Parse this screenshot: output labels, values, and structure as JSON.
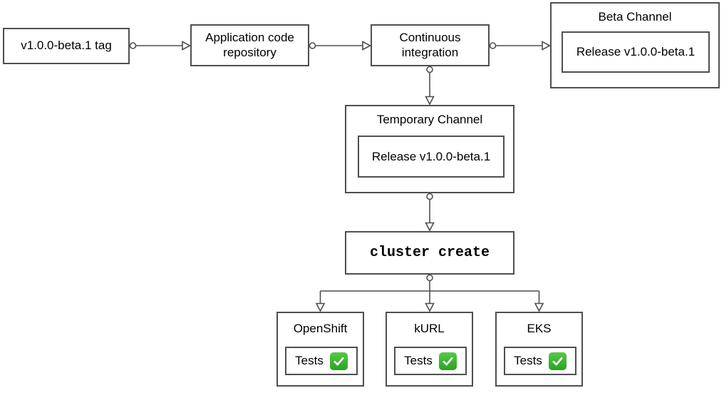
{
  "diagram_name": "Release pipeline flowchart",
  "colors": {
    "background": "#ffffff",
    "stroke": "#4f4f4f",
    "text": "#000000",
    "check_green_top": "#56c947",
    "check_green_bottom": "#2aa325",
    "check_mark": "#ffffff"
  },
  "nodes": {
    "tag": {
      "label": "v1.0.0-beta.1 tag"
    },
    "repo": {
      "label": "Application code repository"
    },
    "ci": {
      "label": "Continuous integration"
    },
    "beta_channel": {
      "title": "Beta Channel",
      "release_label": "Release v1.0.0-beta.1"
    },
    "temporary_channel": {
      "title": "Temporary Channel",
      "release_label": "Release v1.0.0-beta.1"
    },
    "cluster_create": {
      "label": "cluster create"
    }
  },
  "platforms": [
    {
      "title": "OpenShift",
      "tests_label": "Tests",
      "status_icon": "check-passed-icon"
    },
    {
      "title": "kURL",
      "tests_label": "Tests",
      "status_icon": "check-passed-icon"
    },
    {
      "title": "EKS",
      "tests_label": "Tests",
      "status_icon": "check-passed-icon"
    }
  ]
}
